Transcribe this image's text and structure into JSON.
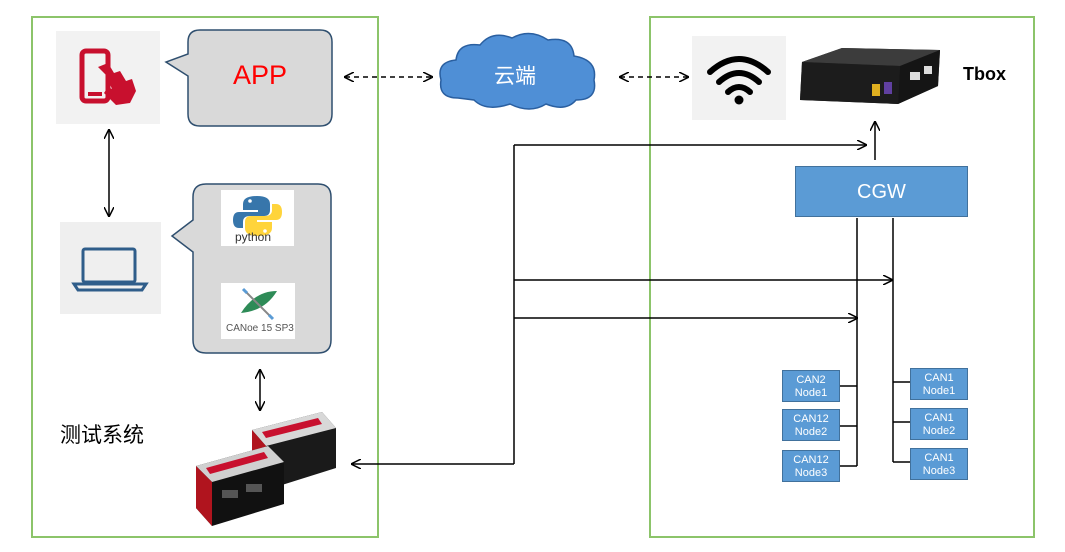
{
  "left_panel": {
    "label": "测试系统"
  },
  "app_bubble": {
    "label": "APP"
  },
  "tools": {
    "python_label": "python",
    "canoe_label": "CANoe 15 SP3"
  },
  "cloud": {
    "label": "云端"
  },
  "tbox": {
    "label": "Tbox"
  },
  "cgw": {
    "label": "CGW"
  },
  "nodes_left": [
    {
      "bus": "CAN2",
      "name": "Node1"
    },
    {
      "bus": "CAN12",
      "name": "Node2"
    },
    {
      "bus": "CAN12",
      "name": "Node3"
    }
  ],
  "nodes_right": [
    {
      "bus": "CAN1",
      "name": "Node1"
    },
    {
      "bus": "CAN1",
      "name": "Node2"
    },
    {
      "bus": "CAN1",
      "name": "Node3"
    }
  ],
  "colors": {
    "panel_border": "#8cc46a",
    "box_blue": "#5b9bd5",
    "cloud_blue": "#4f8fd6",
    "phone_red": "#c8102e"
  }
}
